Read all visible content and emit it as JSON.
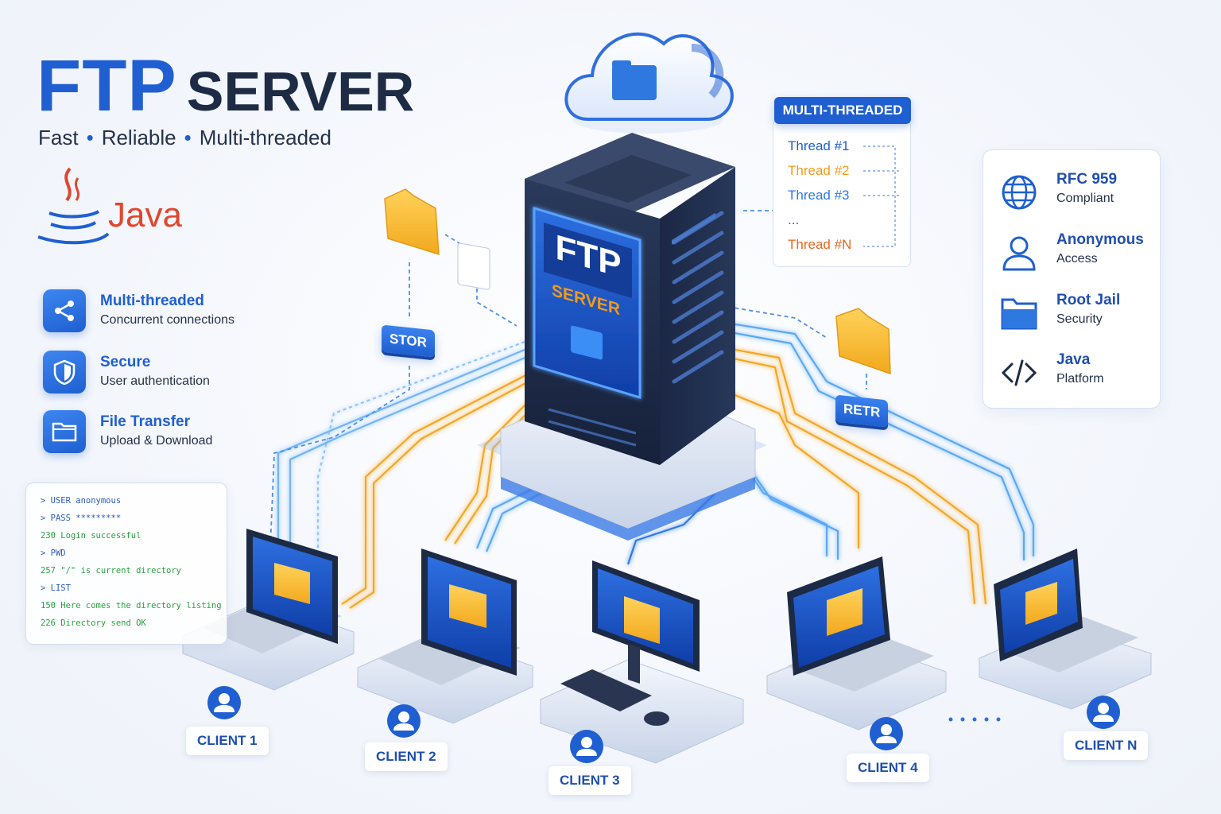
{
  "title": {
    "main": "FTP",
    "second": "SERVER"
  },
  "subtitle": [
    "Fast",
    "Reliable",
    "Multi-threaded"
  ],
  "java_logo": "Java",
  "features": [
    {
      "icon": "share-icon",
      "title": "Multi-threaded",
      "sub": "Concurrent connections"
    },
    {
      "icon": "shield-icon",
      "title": "Secure",
      "sub": "User authentication"
    },
    {
      "icon": "folder-icon",
      "title": "File Transfer",
      "sub": "Upload & Download"
    }
  ],
  "terminal": [
    {
      "text": "> USER anonymous",
      "kind": "cmd"
    },
    {
      "text": "> PASS *********",
      "kind": "cmd"
    },
    {
      "text": "230 Login successful",
      "kind": "ok"
    },
    {
      "text": "> PWD",
      "kind": "cmd"
    },
    {
      "text": "257 \"/\" is current directory",
      "kind": "ok"
    },
    {
      "text": "> LIST",
      "kind": "cmd"
    },
    {
      "text": "150 Here comes the directory listing",
      "kind": "ok"
    },
    {
      "text": "226 Directory send OK",
      "kind": "ok"
    }
  ],
  "threads": {
    "header": "MULTI-THREADED",
    "items": [
      {
        "label": "Thread #1",
        "color": "#1f5fd1"
      },
      {
        "label": "Thread #2",
        "color": "#f29b18"
      },
      {
        "label": "Thread #3",
        "color": "#2f78e0"
      },
      {
        "label": "...",
        "color": "#1f5fd1"
      },
      {
        "label": "Thread #N",
        "color": "#e8661c"
      }
    ]
  },
  "server": {
    "label_top": "FTP",
    "label_bottom": "SERVER"
  },
  "commands": {
    "stor": "STOR",
    "retr": "RETR"
  },
  "panel": [
    {
      "icon": "globe-icon",
      "title": "RFC 959",
      "sub": "Compliant"
    },
    {
      "icon": "user-icon",
      "title": "Anonymous",
      "sub": "Access"
    },
    {
      "icon": "folder-icon",
      "title": "Root Jail",
      "sub": "Security"
    },
    {
      "icon": "code-icon",
      "title": "Java",
      "sub": "Platform"
    }
  ],
  "clients": [
    "CLIENT 1",
    "CLIENT 2",
    "CLIENT 3",
    "CLIENT 4",
    "CLIENT N"
  ],
  "colors": {
    "primary": "#1f5fd1",
    "orange": "#f29b18",
    "dark": "#1d2b44",
    "java": "#e0462e"
  }
}
